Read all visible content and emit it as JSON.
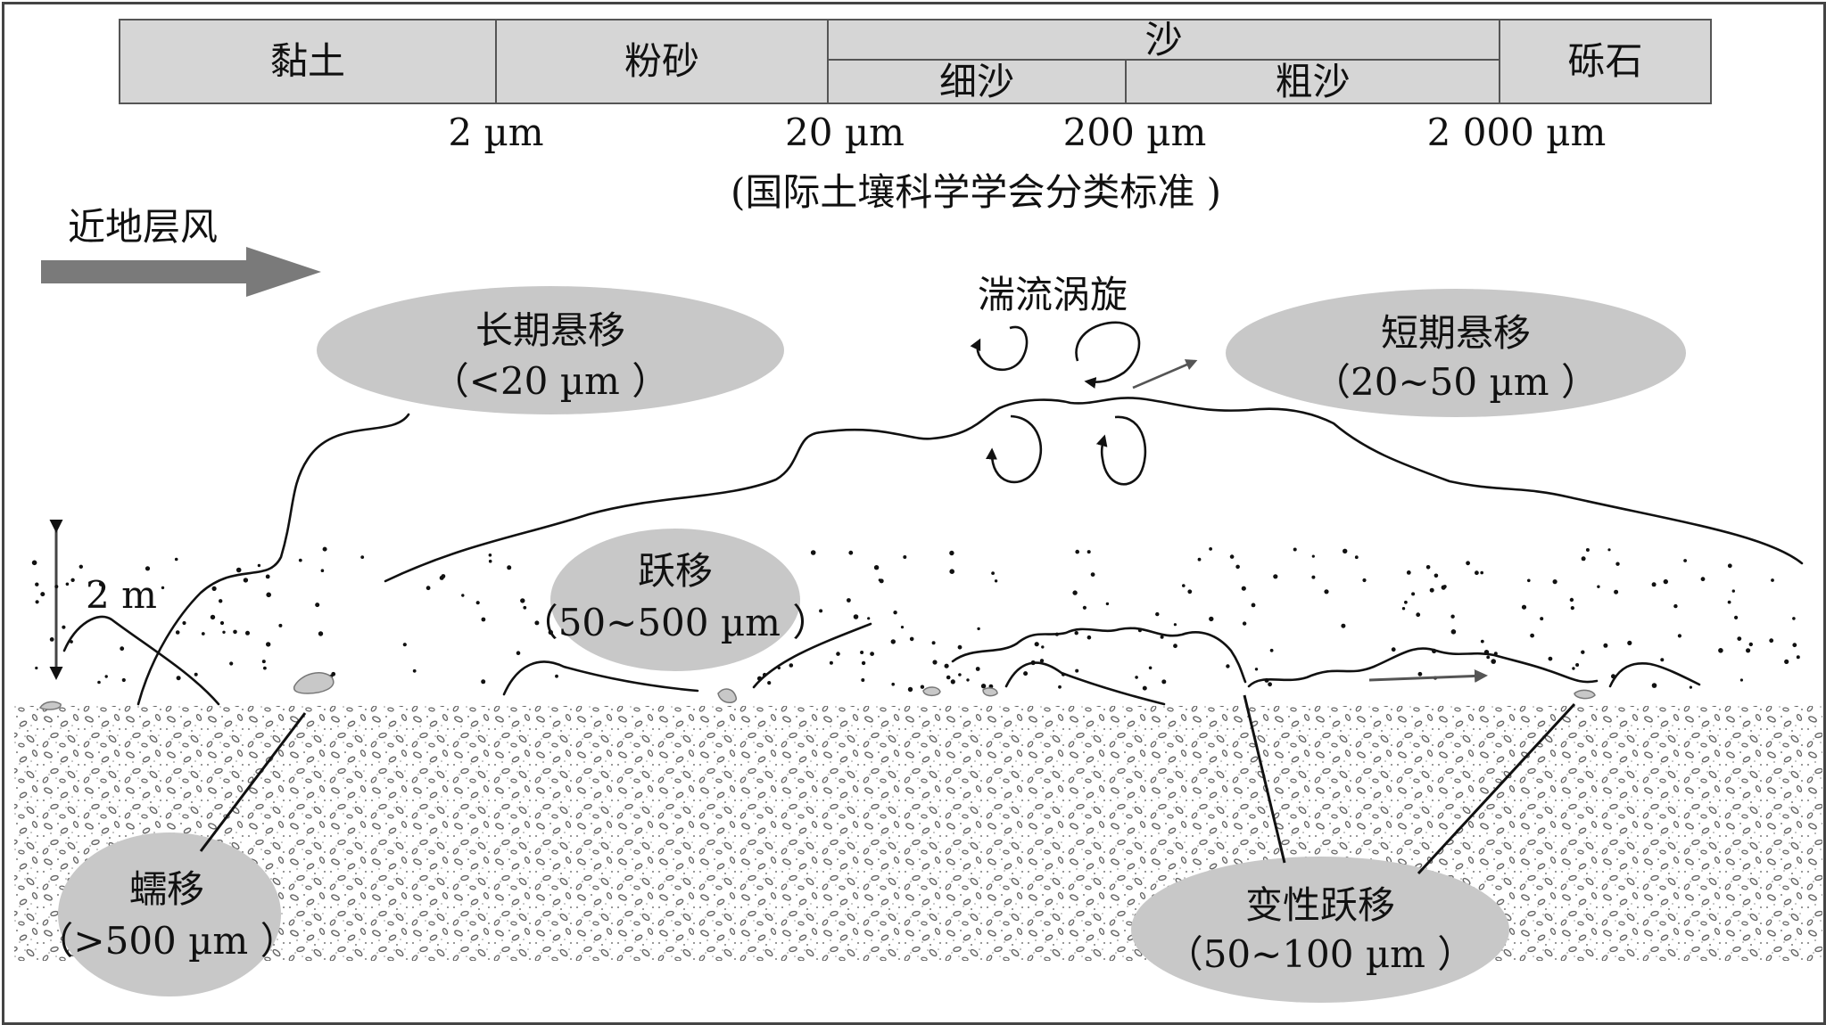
{
  "scale": {
    "clay": "黏土",
    "silt": "粉砂",
    "sand": "沙",
    "fine_sand": "细沙",
    "coarse_sand": "粗沙",
    "gravel": "砾石",
    "ticks": [
      "2 µm",
      "20 µm",
      "200 µm",
      "2 000 µm"
    ],
    "standard_note": "(国际土壤科学学会分类标准 )"
  },
  "wind_label": "近地层风",
  "height_label": "2 m",
  "turbulence_label": "湍流涡旋",
  "modes": {
    "long_suspension": {
      "name": "长期悬移",
      "range": "（<20 µm ）"
    },
    "short_suspension": {
      "name": "短期悬移",
      "range": "（20~50 µm ）"
    },
    "saltation": {
      "name": "跃移",
      "range": "（50~500 µm ）"
    },
    "creep": {
      "name": "蠕移",
      "range": "（>500 µm ）"
    },
    "modified_saltation": {
      "name": "变性跃移",
      "range": "（50~100 µm ）"
    }
  },
  "colors": {
    "ellipse_fill": "#c8c8c8",
    "table_fill": "#d6d6d6",
    "arrow_fill": "#7a7a7a",
    "ink": "#111111"
  }
}
